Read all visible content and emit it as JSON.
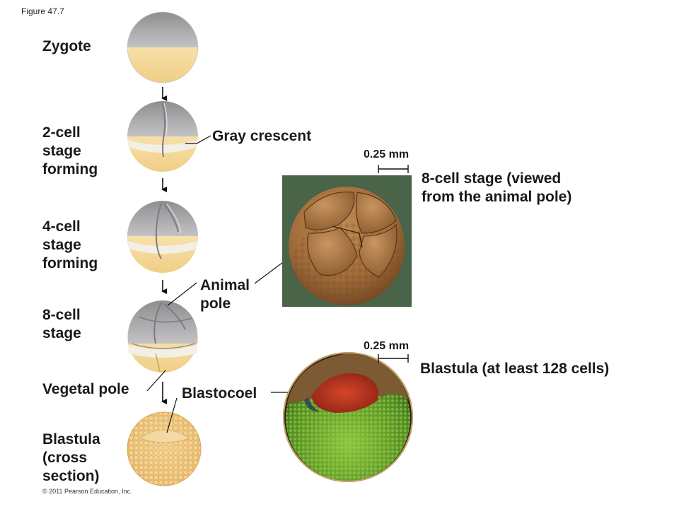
{
  "figure_label": "Figure 47.7",
  "copyright": "© 2011 Pearson Education, Inc.",
  "stages": {
    "zygote": "Zygote",
    "two_cell": [
      "2-cell",
      "stage",
      "forming"
    ],
    "four_cell": [
      "4-cell",
      "stage",
      "forming"
    ],
    "eight_cell": [
      "8-cell",
      "stage"
    ],
    "vegetal_pole": "Vegetal pole",
    "blastula": [
      "Blastula",
      "(cross",
      "section)"
    ]
  },
  "callouts": {
    "gray_crescent": "Gray crescent",
    "animal_pole": [
      "Animal",
      "pole"
    ],
    "blastocoel": "Blastocoel"
  },
  "micrographs": {
    "eight_cell": {
      "scale_bar": "0.25 mm",
      "caption": [
        "8-cell stage (viewed",
        "from the animal pole)"
      ]
    },
    "blastula": {
      "scale_bar": "0.25 mm",
      "caption": "Blastula (at least 128 cells)"
    }
  },
  "colors": {
    "animal_hemisphere": "#a9a9ab",
    "vegetal_hemisphere": "#f6dca0",
    "gray_crescent": "#f2f0e4",
    "sem_background": "#4f6b4e",
    "sem_embryo": "#a7743f",
    "blastocoel_red": "#b2321d",
    "yolk_green": "#5f9f2a"
  }
}
